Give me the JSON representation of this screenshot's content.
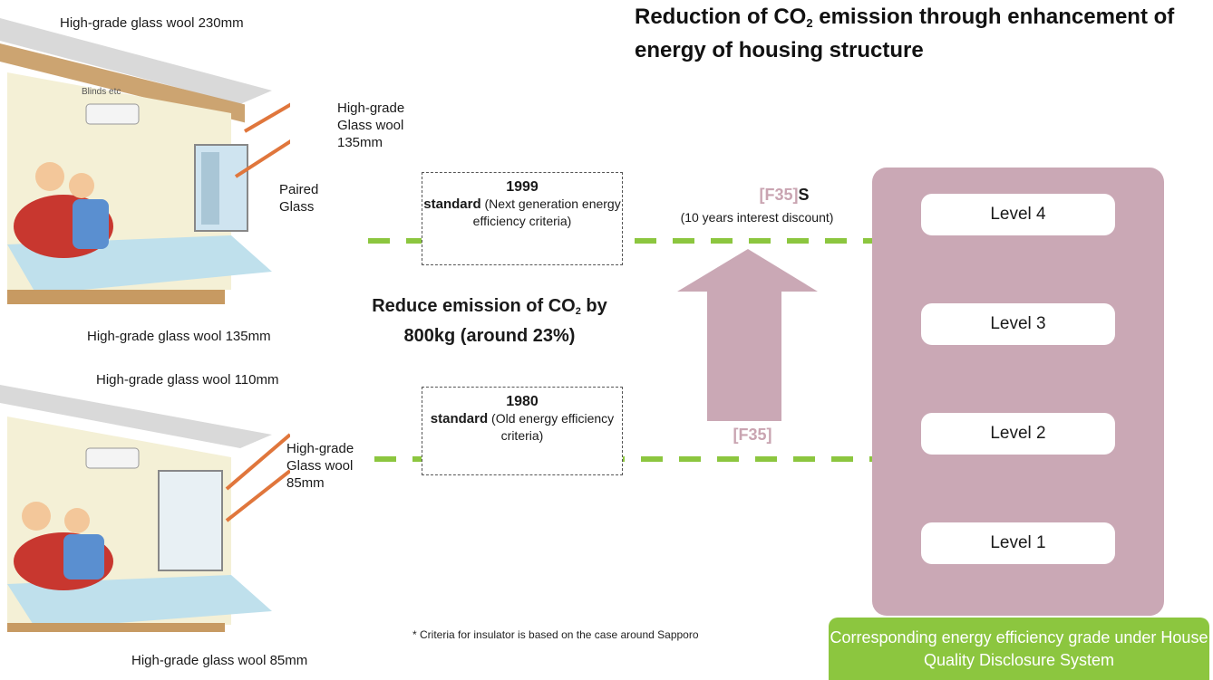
{
  "title": {
    "prefix": "Reduction of CO",
    "sub": "2",
    "suffix": " emission through enhancement of energy of housing structure"
  },
  "house_1999": {
    "roof_label": "High-grade glass wool 230mm",
    "wall_label": "High-grade\nGlass wool\n135mm",
    "window_label": "Paired\nGlass",
    "floor_label": "High-grade glass wool 135mm",
    "blinds_label": "Blinds etc"
  },
  "house_1980": {
    "roof_label": "High-grade glass wool 110mm",
    "wall_label": "High-grade\nGlass wool\n85mm",
    "floor_label": "High-grade glass wool 85mm"
  },
  "std_1999": {
    "year": "1999",
    "bold": "standard",
    "rest": " (Next generation energy efficiency criteria)"
  },
  "std_1980": {
    "year": "1980",
    "bold": "standard",
    "rest": " (Old energy efficiency criteria)"
  },
  "reduce": {
    "line1_prefix": "Reduce emission of CO",
    "sub": "2",
    "line1_suffix": " by",
    "line2": "800kg (around 23%)"
  },
  "f35s": {
    "pink": "[F35]",
    "black": "S"
  },
  "discount": "(10 years interest discount)",
  "f35": "[F35]",
  "levels": [
    "Level 4",
    "Level 3",
    "Level 2",
    "Level 1"
  ],
  "grade_caption": "Corresponding energy efficiency grade under House Quality Disclosure System",
  "footnote": "* Criteria for insulator is based on the case around Sapporo",
  "colors": {
    "panel": "#caa8b5",
    "green": "#8cc63f",
    "arrow": "#caa8b5",
    "insulation": "#c79a62"
  }
}
